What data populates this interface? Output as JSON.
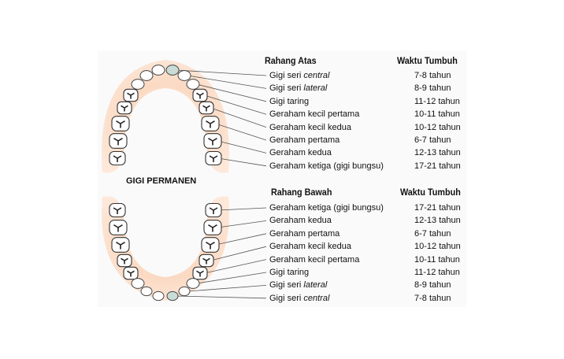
{
  "diagram_label": "GIGI PERMANEN",
  "upper": {
    "title": "Rahang Atas",
    "time_header": "Waktu Tumbuh",
    "rows": [
      {
        "name": "Gigi seri ",
        "name_em": "central",
        "age": "7-8 tahun"
      },
      {
        "name": "Gigi seri ",
        "name_em": "lateral",
        "age": "8-9 tahun"
      },
      {
        "name": "Gigi taring",
        "name_em": "",
        "age": "11-12 tahun"
      },
      {
        "name": "Geraham kecil pertama",
        "name_em": "",
        "age": "10-11 tahun"
      },
      {
        "name": "Geraham kecil kedua",
        "name_em": "",
        "age": "10-12 tahun"
      },
      {
        "name": "Geraham pertama",
        "name_em": "",
        "age": "6-7 tahun"
      },
      {
        "name": "Geraham kedua",
        "name_em": "",
        "age": "12-13 tahun"
      },
      {
        "name": "Geraham ketiga (gigi bungsu)",
        "name_em": "",
        "age": "17-21 tahun"
      }
    ]
  },
  "lower": {
    "title": "Rahang Bawah",
    "time_header": "Waktu Tumbuh",
    "rows": [
      {
        "name": "Geraham ketiga (gigi bungsu)",
        "name_em": "",
        "age": "17-21 tahun"
      },
      {
        "name": "Geraham kedua",
        "name_em": "",
        "age": "12-13 tahun"
      },
      {
        "name": "Geraham pertama",
        "name_em": "",
        "age": "6-7 tahun"
      },
      {
        "name": "Geraham kecil kedua",
        "name_em": "",
        "age": "10-12 tahun"
      },
      {
        "name": "Geraham kecil pertama",
        "name_em": "",
        "age": "10-11 tahun"
      },
      {
        "name": "Gigi taring",
        "name_em": "",
        "age": "11-12 tahun"
      },
      {
        "name": "Gigi seri ",
        "name_em": "lateral",
        "age": "8-9 tahun"
      },
      {
        "name": "Gigi seri ",
        "name_em": "central",
        "age": "7-8 tahun"
      }
    ]
  },
  "colors": {
    "gum": "#f7c6a4",
    "tooth": "#ffffff",
    "highlight_tooth": "#c9dcd6",
    "line": "#555555"
  }
}
